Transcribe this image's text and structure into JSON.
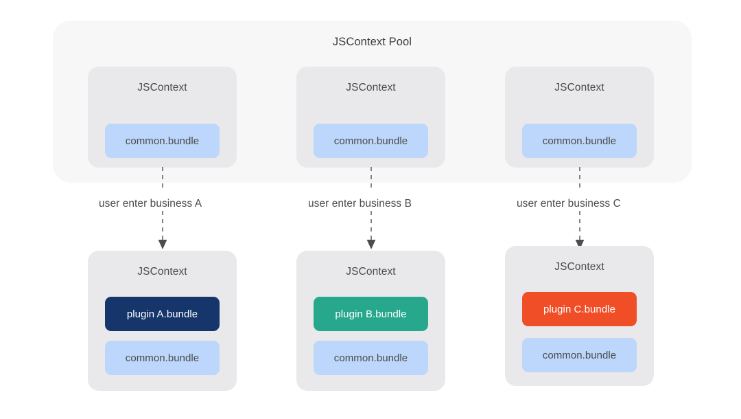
{
  "diagram": {
    "title": "JSContext Pool",
    "background": "#ffffff",
    "pool": {
      "label": "JSContext Pool",
      "fill": "#f7f7f8"
    },
    "colors": {
      "card_fill": "#e9e9eb",
      "common_bundle_fill": "#bcd7fb",
      "common_bundle_text": "#4a4a4a",
      "plugin_a_fill": "#16366b",
      "plugin_b_fill": "#27a88d",
      "plugin_c_fill": "#f04e27",
      "plugin_text": "#ffffff",
      "label_text": "#4a4a4a",
      "arrow": "#555555"
    },
    "pool_contexts": [
      {
        "label": "JSContext",
        "bundles": [
          {
            "label": "common.bundle",
            "kind": "common"
          }
        ]
      },
      {
        "label": "JSContext",
        "bundles": [
          {
            "label": "common.bundle",
            "kind": "common"
          }
        ]
      },
      {
        "label": "JSContext",
        "bundles": [
          {
            "label": "common.bundle",
            "kind": "common"
          }
        ]
      }
    ],
    "flows": [
      {
        "label": "user enter business A"
      },
      {
        "label": "user enter business B"
      },
      {
        "label": "user enter business C"
      }
    ],
    "business_contexts": [
      {
        "label": "JSContext",
        "bundles": [
          {
            "label": "plugin A.bundle",
            "kind": "plugin",
            "color": "#16366b"
          },
          {
            "label": "common.bundle",
            "kind": "common",
            "color": "#bcd7fb"
          }
        ]
      },
      {
        "label": "JSContext",
        "bundles": [
          {
            "label": "plugin B.bundle",
            "kind": "plugin",
            "color": "#27a88d"
          },
          {
            "label": "common.bundle",
            "kind": "common",
            "color": "#bcd7fb"
          }
        ]
      },
      {
        "label": "JSContext",
        "bundles": [
          {
            "label": "plugin C.bundle",
            "kind": "plugin",
            "color": "#f04e27"
          },
          {
            "label": "common.bundle",
            "kind": "common",
            "color": "#bcd7fb"
          }
        ]
      }
    ]
  }
}
